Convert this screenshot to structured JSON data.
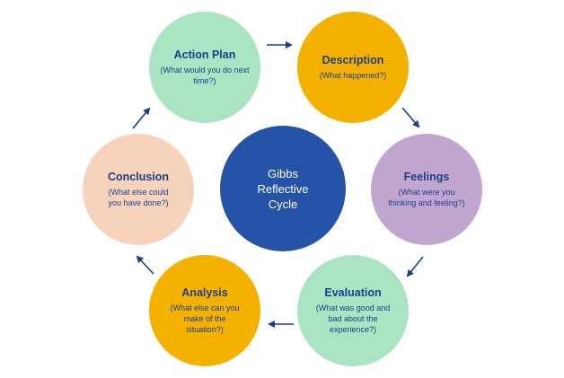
{
  "colors": {
    "action_plan": "#a9e4c3",
    "description": "#f5b100",
    "feelings": "#c1a7cf",
    "evaluation": "#a9e4c3",
    "analysis": "#f5b100",
    "conclusion": "#f8d3bb",
    "center": "#2553a8",
    "text": "#1c3f87",
    "arrow": "#1c3f87"
  },
  "center": {
    "title": "Gibbs Reflective Cycle"
  },
  "stages": {
    "action_plan": {
      "title": "Action Plan",
      "question": "(What would you do next time?)"
    },
    "description": {
      "title": "Description",
      "question": "(What happened?)"
    },
    "feelings": {
      "title": "Feelings",
      "question": "(What were you thinking and feeling?)"
    },
    "evaluation": {
      "title": "Evaluation",
      "question": "(What was good and bad about the experience?)"
    },
    "analysis": {
      "title": "Analysis",
      "question": "(What else can you make of the situation?)"
    },
    "conclusion": {
      "title": "Conclusion",
      "question": "(What else could you have done?)"
    }
  }
}
